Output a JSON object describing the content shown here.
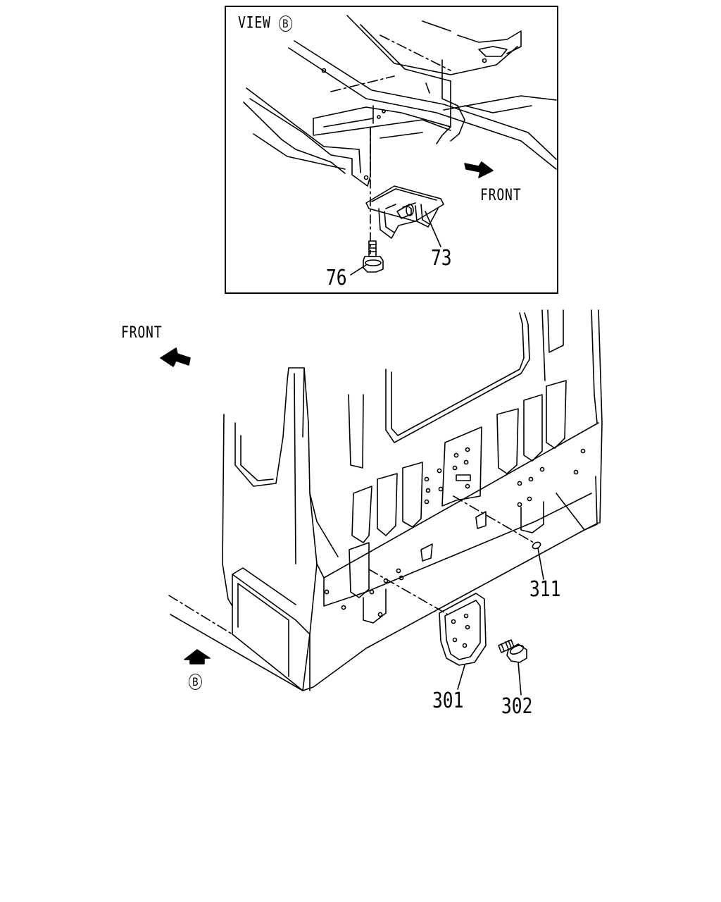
{
  "inset": {
    "view_prefix": "VIEW",
    "view_marker": "B",
    "front_label": "FRONT",
    "callouts": {
      "p73": "73",
      "p76": "76"
    }
  },
  "main": {
    "front_label": "FRONT",
    "view_marker": "B",
    "callouts": {
      "p311": "311",
      "p301": "301",
      "p302": "302"
    }
  }
}
